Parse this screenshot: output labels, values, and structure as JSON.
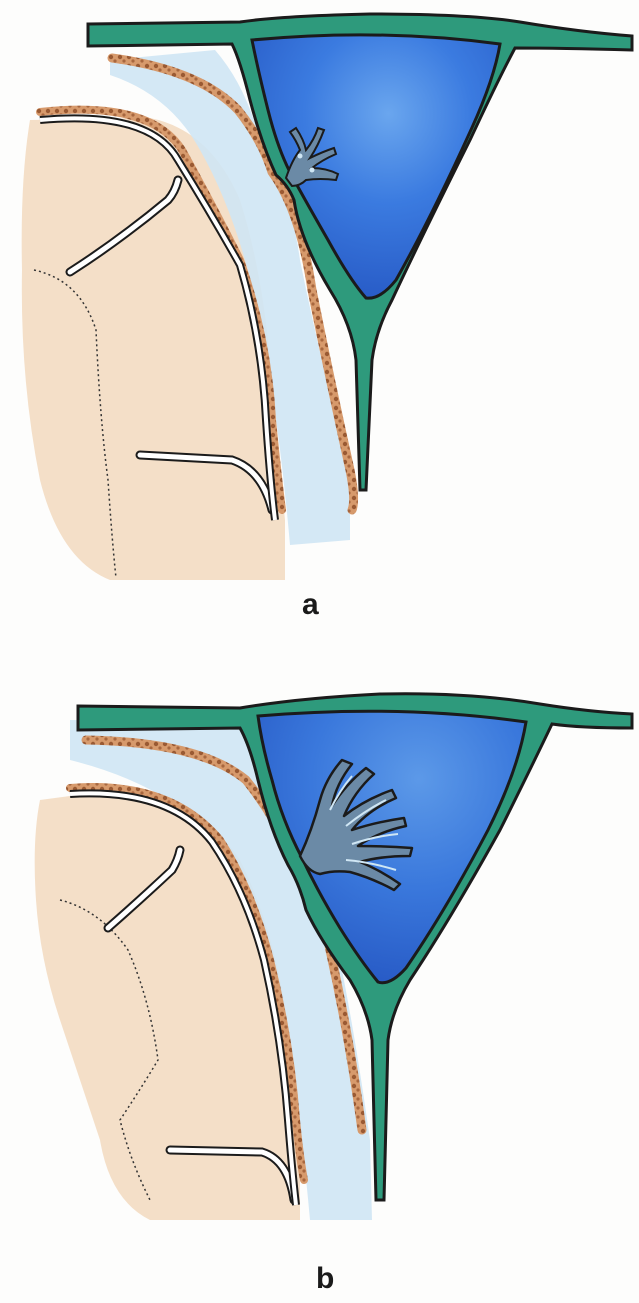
{
  "figure": {
    "panels": [
      {
        "id": "a",
        "label": "a"
      },
      {
        "id": "b",
        "label": "b"
      }
    ],
    "colors": {
      "sinus_fill": "#2f6fd6",
      "sinus_highlight": "#6aa6ee",
      "dura": "#2e9a7c",
      "arachnoid_cells": "#b8764a",
      "subarachnoid_space": "#cfe6f4",
      "brain": "#f3dcc2",
      "outline": "#1b1b1b"
    }
  }
}
